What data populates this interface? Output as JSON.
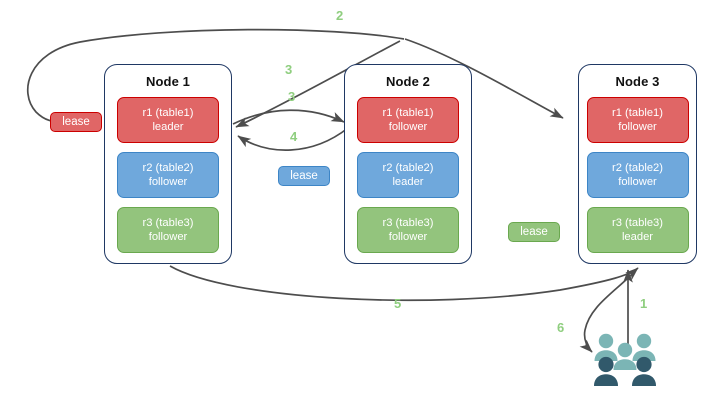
{
  "diagram": {
    "title": "",
    "colors": {
      "replica_red_fill": "#e06666",
      "replica_red_border": "#cc0000",
      "replica_blue_fill": "#6fa8dc",
      "replica_blue_border": "#3d85c6",
      "replica_green_fill": "#93c47d",
      "replica_green_border": "#6aa84f",
      "node_border": "#1f3864",
      "arrow": "#4d4d4d",
      "step_label": "#8fce7f",
      "user_light": "#7bb5b5",
      "user_dark": "#31596b"
    },
    "nodes": [
      {
        "title": "Node 1",
        "replicas": [
          {
            "name": "r1 (table1)",
            "role": "leader"
          },
          {
            "name": "r2 (table2)",
            "role": "follower"
          },
          {
            "name": "r3 (table3)",
            "role": "follower"
          }
        ]
      },
      {
        "title": "Node 2",
        "replicas": [
          {
            "name": "r1 (table1)",
            "role": "follower"
          },
          {
            "name": "r2 (table2)",
            "role": "leader"
          },
          {
            "name": "r3 (table3)",
            "role": "follower"
          }
        ]
      },
      {
        "title": "Node 3",
        "replicas": [
          {
            "name": "r1 (table1)",
            "role": "follower"
          },
          {
            "name": "r2 (table2)",
            "role": "follower"
          },
          {
            "name": "r3 (table3)",
            "role": "leader"
          }
        ]
      }
    ],
    "leases": [
      {
        "label": "lease",
        "variant": "red"
      },
      {
        "label": "lease",
        "variant": "blue"
      },
      {
        "label": "lease",
        "variant": "green"
      }
    ],
    "steps": [
      {
        "id": "1",
        "label": "1"
      },
      {
        "id": "2",
        "label": "2"
      },
      {
        "id": "3a",
        "label": "3"
      },
      {
        "id": "3b",
        "label": "3"
      },
      {
        "id": "4",
        "label": "4"
      },
      {
        "id": "5",
        "label": "5"
      },
      {
        "id": "6",
        "label": "6"
      }
    ],
    "icons": {
      "users": "users-group-icon"
    }
  }
}
